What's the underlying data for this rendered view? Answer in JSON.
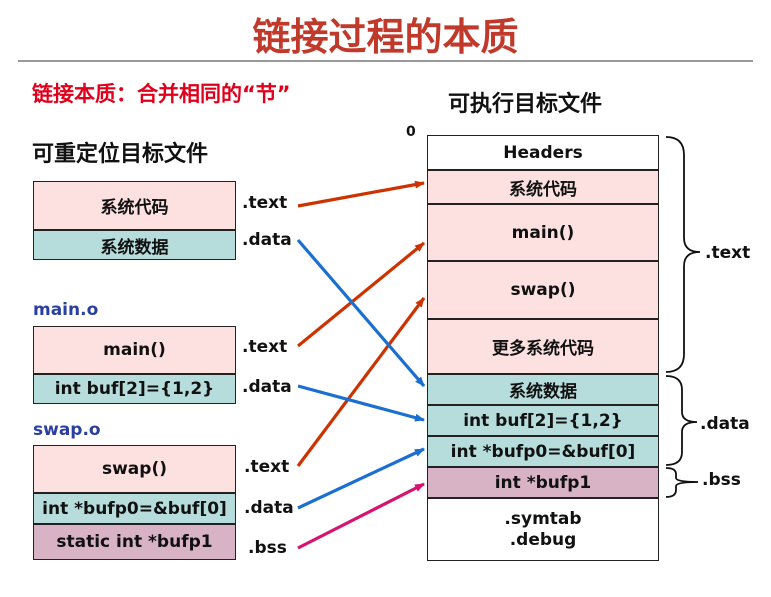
{
  "title": "链接过程的本质",
  "subtitle": "链接本质：合并相同的“节”",
  "left_header": "可重定位目标文件",
  "right_header": "可执行目标文件",
  "left": {
    "system": {
      "text_box": "系统代码",
      "data_box": "系统数据",
      "text_label": ".text",
      "data_label": ".data"
    },
    "main": {
      "module": "main.o",
      "text_box": "main()",
      "data_box": "int  buf[2]={1,2}",
      "text_label": ".text",
      "data_label": ".data"
    },
    "swap": {
      "module": "swap.o",
      "text_box": "swap()",
      "data_box": "int *bufp0=&buf[0]",
      "bss_box": "static int *bufp1",
      "text_label": ".text",
      "data_label": ".data",
      "bss_label": ".bss"
    }
  },
  "right": {
    "zero": "0",
    "cells": [
      "Headers",
      "系统代码",
      "main()",
      "swap()",
      "更多系统代码",
      "系统数据",
      "int buf[2]={1,2}",
      "int  *bufp0=&buf[0]",
      "int *bufp1"
    ],
    "last_cell_lines": [
      ".symtab",
      ".debug"
    ],
    "brace_labels": {
      "text": ".text",
      "data": ".data",
      "bss": ".bss"
    }
  },
  "colors": {
    "title": "#c0392b",
    "subtitle": "#e0001b",
    "module": "#2a3fa0",
    "text_arrow": "#cc3300",
    "data_arrow": "#1a6fd0",
    "bss_arrow": "#d6136e",
    "pink": "#fde1e1",
    "teal": "#b7dcdc",
    "mauve": "#d8b3c6"
  }
}
